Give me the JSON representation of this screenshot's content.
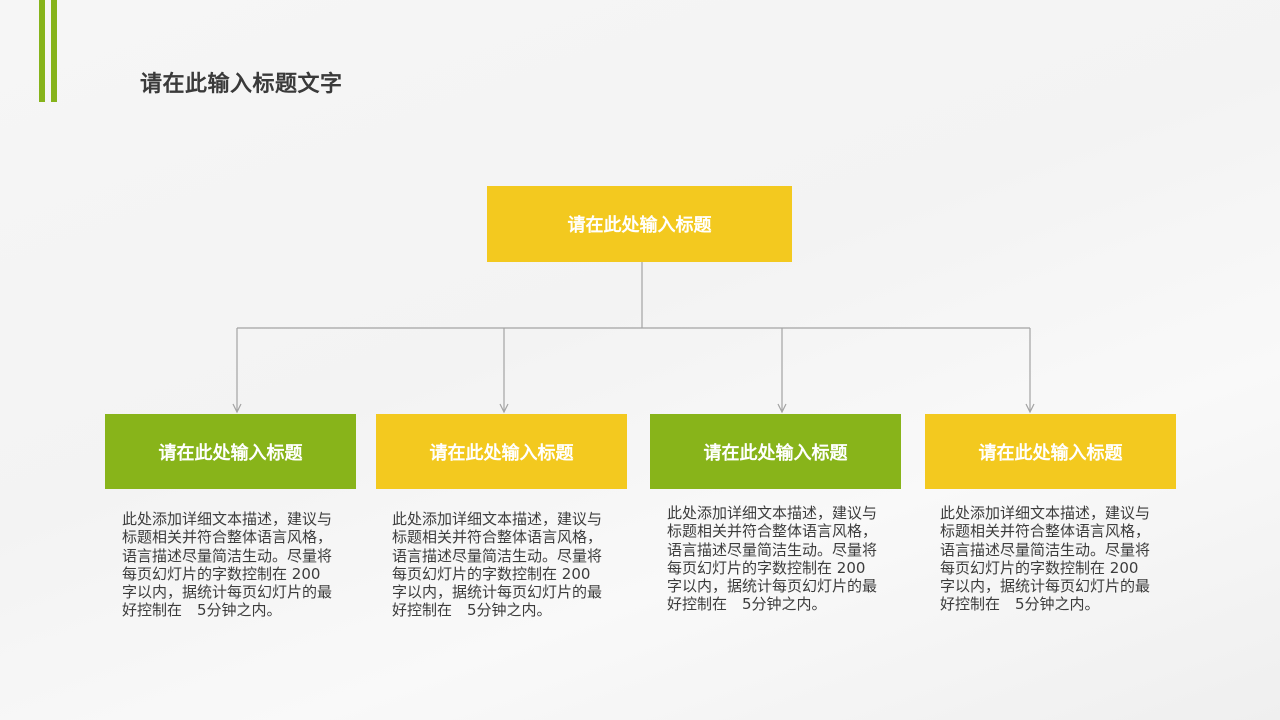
{
  "slide": {
    "title": "请在此输入标题文字",
    "accent_green": "#88b41a",
    "accent_yellow": "#f3c91f"
  },
  "diagram": {
    "root": {
      "label": "请在此处输入标题",
      "color": "yellow"
    },
    "children": [
      {
        "label": "请在此处输入标题",
        "color": "green",
        "description": "此处添加详细文本描述，建议与标题相关并符合整体语言风格，语言描述尽量简洁生动。尽量将每页幻灯片的字数控制在 200字以内，据统计每页幻灯片的最好控制在　5分钟之内。"
      },
      {
        "label": "请在此处输入标题",
        "color": "yellow",
        "description": "此处添加详细文本描述，建议与标题相关并符合整体语言风格，语言描述尽量简洁生动。尽量将每页幻灯片的字数控制在 200字以内，据统计每页幻灯片的最好控制在　5分钟之内。"
      },
      {
        "label": "请在此处输入标题",
        "color": "green",
        "description": "此处添加详细文本描述，建议与标题相关并符合整体语言风格，语言描述尽量简洁生动。尽量将每页幻灯片的字数控制在 200字以内，据统计每页幻灯片的最好控制在　5分钟之内。"
      },
      {
        "label": "请在此处输入标题",
        "color": "yellow",
        "description": "此处添加详细文本描述，建议与标题相关并符合整体语言风格，语言描述尽量简洁生动。尽量将每页幻灯片的字数控制在 200字以内，据统计每页幻灯片的最好控制在　5分钟之内。"
      }
    ]
  }
}
